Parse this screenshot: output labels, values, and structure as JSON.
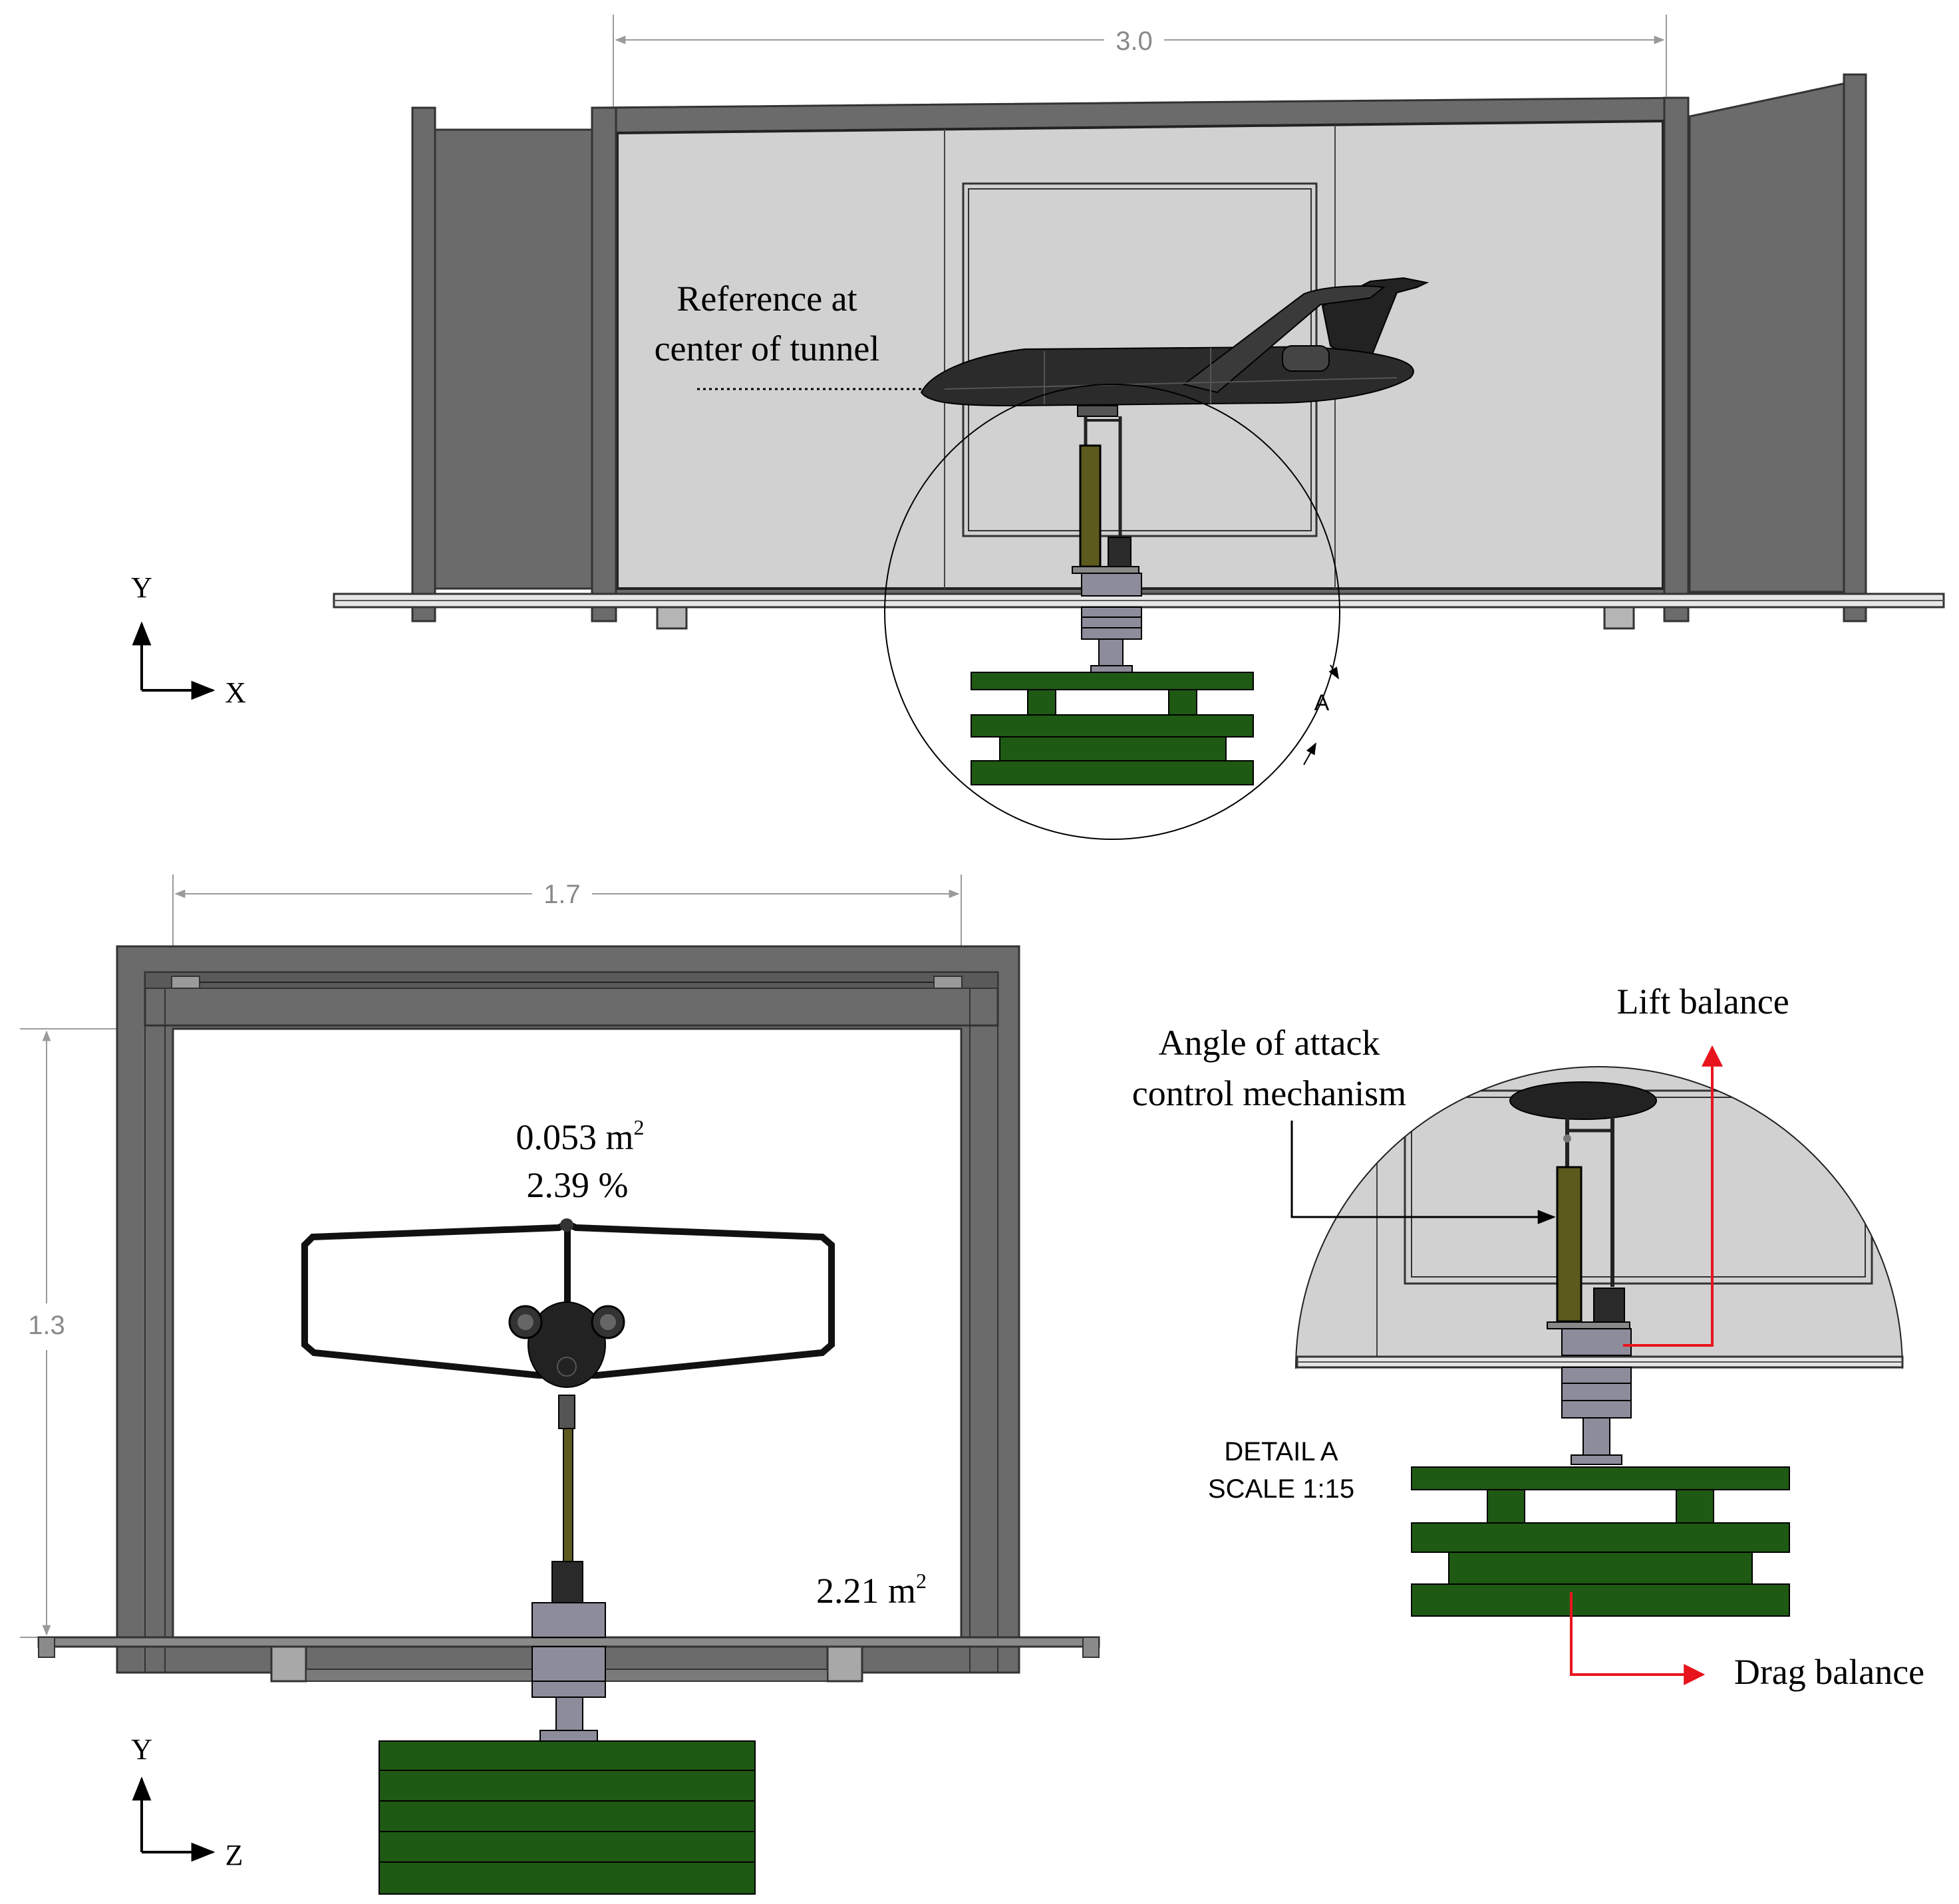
{
  "side_view": {
    "dimension_width": "3.0",
    "reference_label_line1": "Reference at",
    "reference_label_line2": "center of tunnel",
    "axis_vertical": "Y",
    "axis_horizontal": "X",
    "detail_callout": "A"
  },
  "front_view": {
    "dimension_width": "1.7",
    "dimension_height": "1.3",
    "model_area": "0.053 m",
    "model_area_superscript": "2",
    "blockage_ratio": "2.39 %",
    "section_area": "2.21 m",
    "section_area_superscript": "2",
    "axis_vertical": "Y",
    "axis_horizontal": "Z"
  },
  "detail_view": {
    "title_line1": "DETAIL A",
    "title_line2": "SCALE 1:15",
    "aoa_label_line1": "Angle of attack",
    "aoa_label_line2": "control mechanism",
    "lift_label": "Lift balance",
    "drag_label": "Drag balance"
  },
  "colors": {
    "wall": "#6b6b6b",
    "wall_dark": "#4a4a4a",
    "test_section": "#d1d1d1",
    "balance_green": "#1f5a14",
    "strut_olive": "#5c5a1c",
    "model_dark": "#222222",
    "annotation_red": "#e8141c"
  }
}
